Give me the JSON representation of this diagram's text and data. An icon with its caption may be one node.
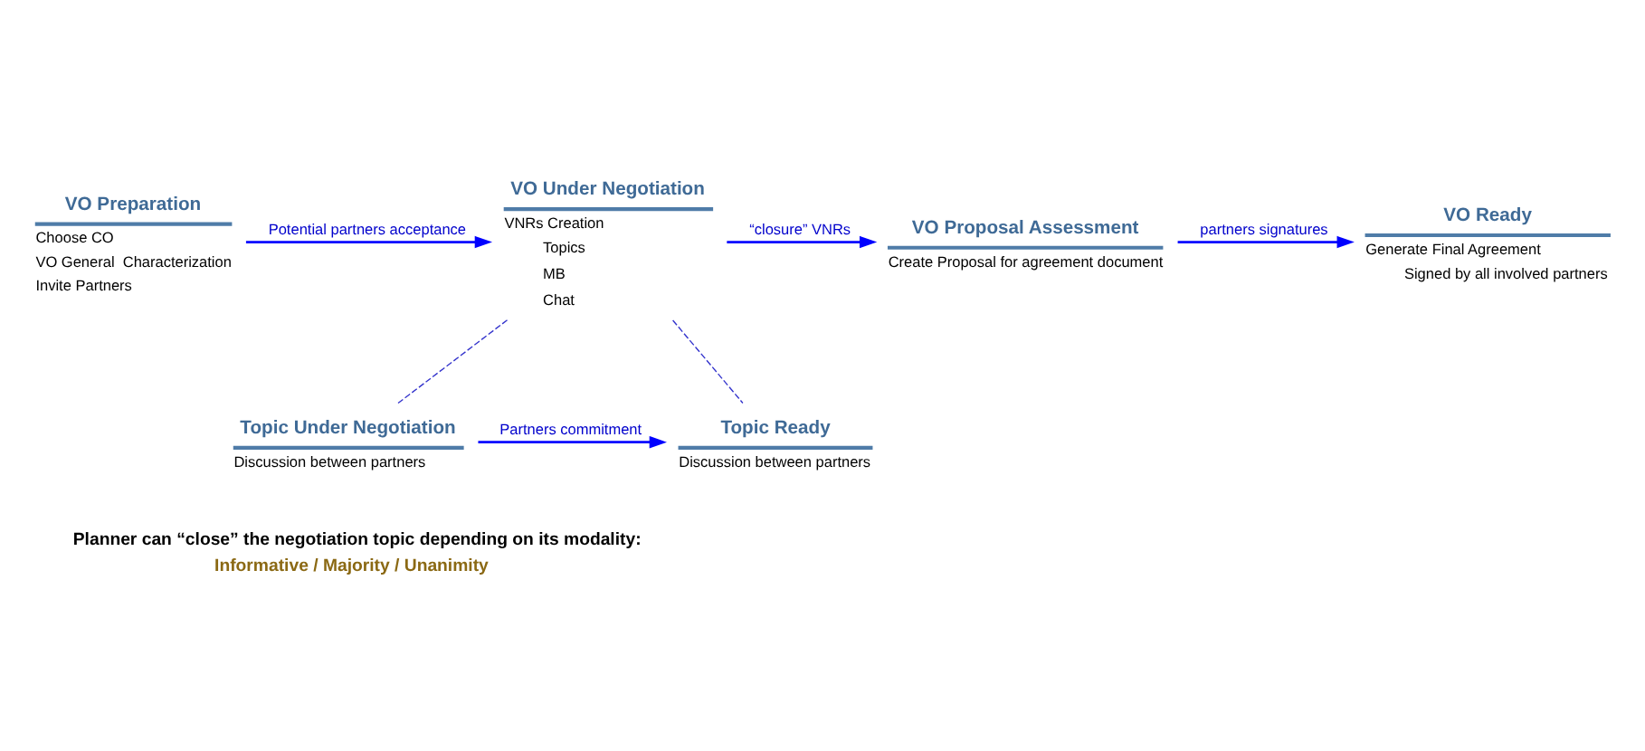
{
  "diagram": {
    "nodes": [
      {
        "text": [
          "VO Preparation",
          "Choose CO",
          "VO General  Characterization",
          "Invite Partners"
        ]
      },
      {
        "text": [
          "VO Under Negotiation",
          "VNRs Creation",
          "Topics",
          "MB",
          "Chat"
        ]
      },
      {
        "text": [
          "VO Proposal Assessment",
          "Create Proposal for agreement document"
        ]
      },
      {
        "text": [
          "VO Ready",
          "Generate Final Agreement",
          "Signed by all involved partners"
        ]
      },
      {
        "text": [
          "Topic Under Negotiation",
          "Discussion between partners"
        ]
      },
      {
        "text": [
          "Topic Ready",
          "Discussion between partners"
        ]
      }
    ],
    "edges": [
      {
        "from": 0,
        "to": 1,
        "arrow": "to",
        "label": "Potential partners acceptance"
      },
      {
        "from": 1,
        "to": 2,
        "arrow": "to",
        "label": "“closure” VNRs"
      },
      {
        "from": 2,
        "to": 3,
        "arrow": "to",
        "label": "partners signatures"
      },
      {
        "from": 1,
        "to": 4,
        "arrow": "none",
        "style": "dashed",
        "color": "#3333cc"
      },
      {
        "from": 1,
        "to": 5,
        "arrow": "none",
        "style": "dashed",
        "color": "#3333cc"
      },
      {
        "from": 4,
        "to": 5,
        "arrow": "to",
        "label": "Partners commitment"
      }
    ],
    "labels": [
      "Planner can “close” the negotiation topic depending on its modality:",
      "Informative / Majority / Unanimity"
    ]
  }
}
